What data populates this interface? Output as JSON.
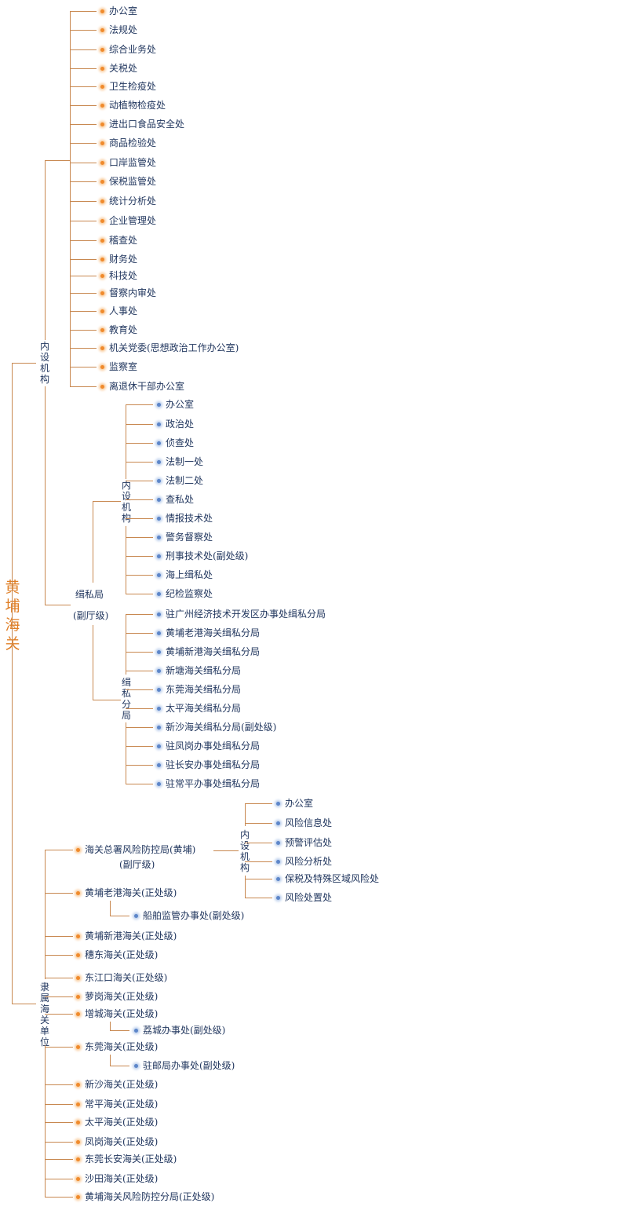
{
  "root": "黄埔海关",
  "internal": {
    "label": "内设机构",
    "items": [
      "办公室",
      "法规处",
      "综合业务处",
      "关税处",
      "卫生检疫处",
      "动植物检疫处",
      "进出口食品安全处",
      "商品检验处",
      "口岸监管处",
      "保税监管处",
      "统计分析处",
      "企业管理处",
      "稽查处",
      "财务处",
      "科技处",
      "督察内审处",
      "人事处",
      "教育处",
      "机关党委(思想政治工作办公室)",
      "监察室",
      "离退休干部办公室"
    ]
  },
  "smuggling": {
    "name": "缉私局",
    "rank": "(副厅级)",
    "internal_label": "内设机构",
    "internal_items": [
      "办公室",
      "政治处",
      "侦查处",
      "法制一处",
      "法制二处",
      "查私处",
      "情报技术处",
      "警务督察处",
      "刑事技术处(副处级)",
      "海上缉私处",
      "纪检监察处"
    ],
    "branches_label": "缉私分局",
    "branches": [
      "驻广州经济技术开发区办事处缉私分局",
      "黄埔老港海关缉私分局",
      "黄埔新港海关缉私分局",
      "新塘海关缉私分局",
      "东莞海关缉私分局",
      "太平海关缉私分局",
      "新沙海关缉私分局(副处级)",
      "驻凤岗办事处缉私分局",
      "驻长安办事处缉私分局",
      "驻常平办事处缉私分局"
    ]
  },
  "subordinate": {
    "label": "隶属海关单位",
    "risk_bureau": {
      "name": "海关总署风险防控局(黄埔)",
      "rank": "(副厅级)",
      "internal_label": "内设机构",
      "internal_items": [
        "办公室",
        "风险信息处",
        "预警评估处",
        "风险分析处",
        "保税及特殊区域风险处",
        "风险处置处"
      ]
    },
    "items": [
      {
        "name": "黄埔老港海关(正处级)",
        "sub": "船舶监管办事处(副处级)"
      },
      {
        "name": "黄埔新港海关(正处级)"
      },
      {
        "name": "穗东海关(正处级)"
      },
      {
        "name": "东江口海关(正处级)"
      },
      {
        "name": "萝岗海关(正处级)"
      },
      {
        "name": "增城海关(正处级)",
        "sub": "荔城办事处(副处级)"
      },
      {
        "name": "东莞海关(正处级)",
        "sub": "驻邮局办事处(副处级)"
      },
      {
        "name": "新沙海关(正处级)"
      },
      {
        "name": "常平海关(正处级)"
      },
      {
        "name": "太平海关(正处级)"
      },
      {
        "name": "凤岗海关(正处级)"
      },
      {
        "name": "东莞长安海关(正处级)"
      },
      {
        "name": "沙田海关(正处级)"
      },
      {
        "name": "黄埔海关风险防控分局(正处级)"
      }
    ]
  }
}
